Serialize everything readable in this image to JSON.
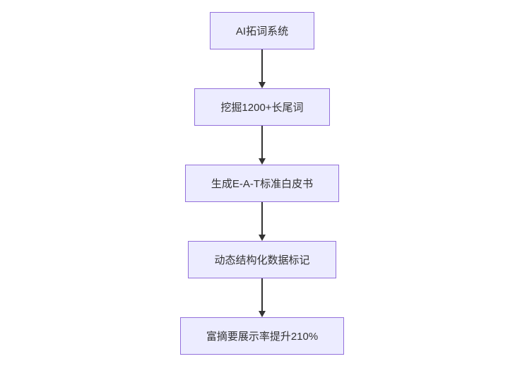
{
  "diagram": {
    "type": "flowchart",
    "direction": "top-down",
    "nodes": [
      {
        "id": "n1",
        "label": "AI拓词系统"
      },
      {
        "id": "n2",
        "label": "挖掘1200+长尾词"
      },
      {
        "id": "n3",
        "label": "生成E-A-T标准白皮书"
      },
      {
        "id": "n4",
        "label": "动态结构化数据标记"
      },
      {
        "id": "n5",
        "label": "富摘要展示率提升210%"
      }
    ],
    "edges": [
      {
        "from": "n1",
        "to": "n2"
      },
      {
        "from": "n2",
        "to": "n3"
      },
      {
        "from": "n3",
        "to": "n4"
      },
      {
        "from": "n4",
        "to": "n5"
      }
    ],
    "colors": {
      "node_fill": "#ececff",
      "node_border": "#9370db",
      "text": "#333333",
      "arrow": "#333333",
      "background": "#ffffff"
    }
  }
}
